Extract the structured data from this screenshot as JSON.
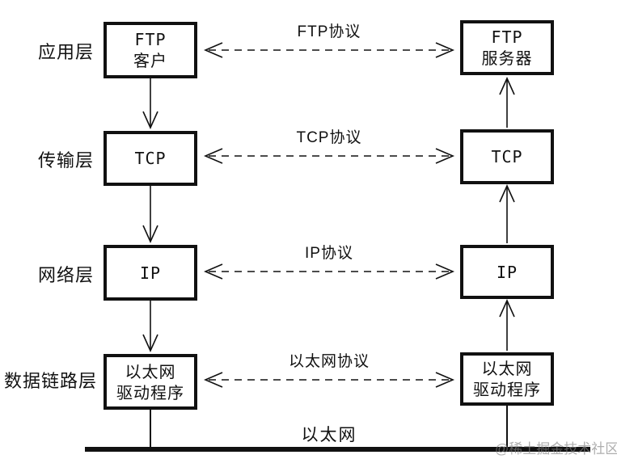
{
  "diagram": {
    "layers": [
      {
        "label": "应用层",
        "left_box": "FTP\n客户",
        "right_box": "FTP\n服务器",
        "protocol": "FTP协议"
      },
      {
        "label": "传输层",
        "left_box": "TCP",
        "right_box": "TCP",
        "protocol": "TCP协议"
      },
      {
        "label": "网络层",
        "left_box": "IP",
        "right_box": "IP",
        "protocol": "IP协议"
      },
      {
        "label": "数据链路层",
        "left_box": "以太网\n驱动程序",
        "right_box": "以太网\n驱动程序",
        "protocol": "以太网协议"
      }
    ],
    "bus_label": "以太网",
    "watermark": "@稀土掘金技术社区",
    "colors": {
      "line": "#111111",
      "background": "#ffffff",
      "watermark": "#828282"
    }
  }
}
